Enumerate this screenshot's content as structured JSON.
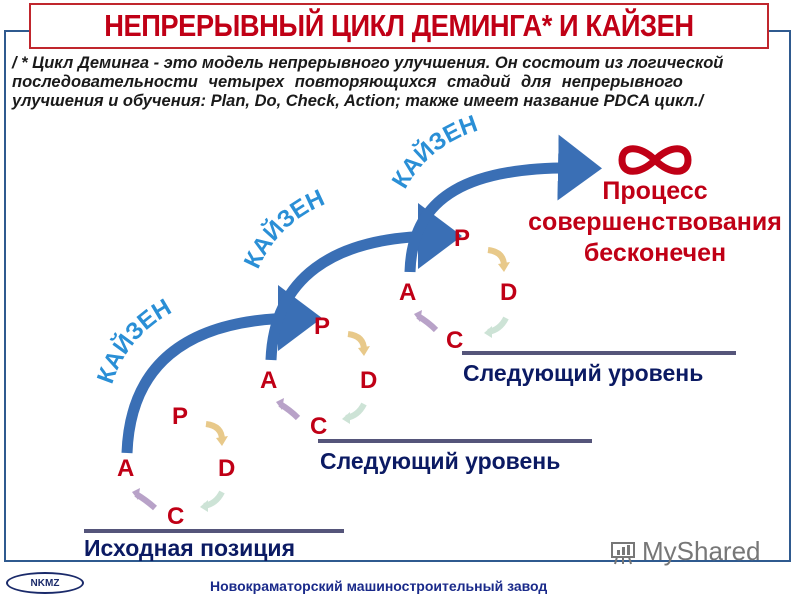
{
  "title": "НЕПРЕРЫВНЫЙ ЦИКЛ ДЕМИНГА* И КАЙЗЕН",
  "description": {
    "lines": [
      "/ * Цикл Деминга - это модель непрерывного улучшения. Он состоит из логической",
      "последовательности   четырех   повторяющихся   стадий   для   непрерывного",
      "улучшения и обучения: Plan, Do, Check, Action; также имеет название PDCA цикл./"
    ]
  },
  "kaizen_label": "КАЙЗЕН",
  "cycles": [
    {
      "p": "P",
      "d": "D",
      "c": "C",
      "a": "A"
    },
    {
      "p": "P",
      "d": "D",
      "c": "C",
      "a": "A"
    },
    {
      "p": "P",
      "d": "D",
      "c": "C",
      "a": "A"
    }
  ],
  "levels": {
    "start": "Исходная позиция",
    "next1": "Следующий уровень",
    "next2": "Следующий уровень"
  },
  "goal": {
    "symbol": "∞",
    "line1": "Процесс",
    "line2": "совершенствования",
    "line3": "бесконечен"
  },
  "footer": {
    "logo": "NKMZ",
    "company": "Новокраматорский машиностроительный завод"
  },
  "watermark": "MyShared",
  "colors": {
    "title": "#c00016",
    "frame": "#2f5a8f",
    "arrow": "#3a6fb5",
    "kaizen": "#2a8fd6",
    "pdca": "#c00016",
    "level_text": "#0b1a63",
    "baseline": "#55557a"
  }
}
